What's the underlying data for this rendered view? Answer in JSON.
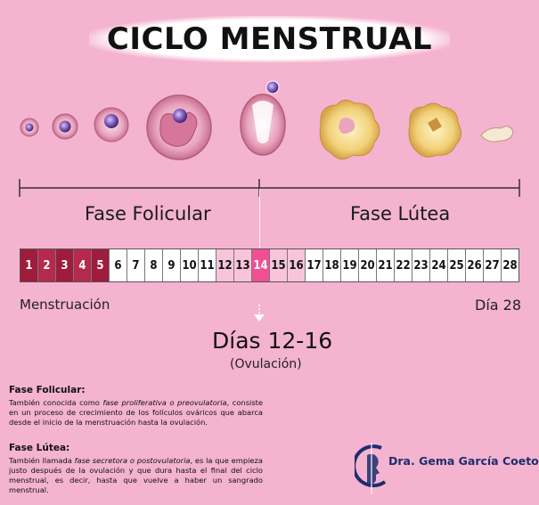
{
  "title": "CICLO MENSTRUAL",
  "phases": {
    "follicular": "Fase Folicular",
    "luteal": "Fase Lútea"
  },
  "days": [
    "1",
    "2",
    "3",
    "4",
    "5",
    "6",
    "7",
    "8",
    "9",
    "10",
    "11",
    "12",
    "13",
    "14",
    "15",
    "16",
    "17",
    "18",
    "19",
    "20",
    "21",
    "22",
    "23",
    "24",
    "25",
    "26",
    "27",
    "28"
  ],
  "labels": {
    "menstruation": "Menstruación",
    "day28": "Día 28",
    "ovulation_days": "Días 12-16",
    "ovulation": "(Ovulación)"
  },
  "descriptions": {
    "follicular": {
      "heading": "Fase Folicular:",
      "text_a": "También conocida como ",
      "text_em": "fase proliferativa o preovulatoria",
      "text_b": ", consiste en un proceso de crecimiento de los folículos ováricos que abarca desde el inicio de la menstruación hasta la ovulación."
    },
    "luteal": {
      "heading": "Fase Lútea:",
      "text_a": "También llamada ",
      "text_em": "fase secretora o postovulatoria",
      "text_b": ", es la que empieza justo después de la ovulación y que dura hasta el final del ciclo menstrual, es decir, hasta que vuelve a haber un sangrado menstrual."
    }
  },
  "brand": {
    "name": "Dra. Gema García Coeto"
  },
  "colors": {
    "background": "#f4b3cf",
    "menstruation": "#9e1c3c",
    "fertile": "#f7c4da",
    "ovulation": "#f04f94",
    "brand": "#1d2d6e"
  }
}
